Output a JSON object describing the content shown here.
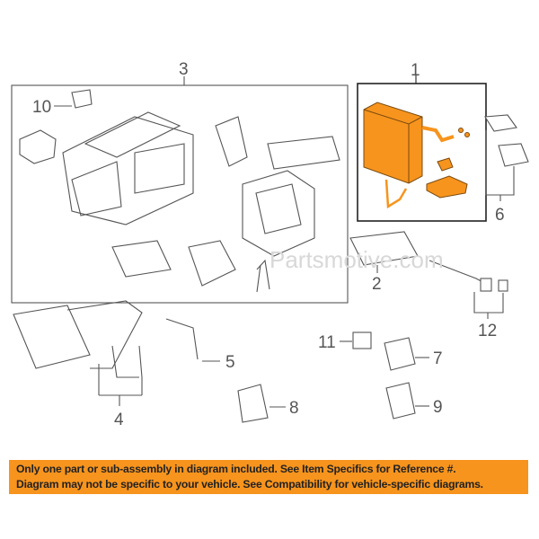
{
  "diagram": {
    "callouts": [
      "1",
      "2",
      "3",
      "4",
      "5",
      "6",
      "7",
      "8",
      "9",
      "10",
      "11",
      "12"
    ],
    "watermark": "Partsmotive.com",
    "highlight_color": "#f7941d"
  },
  "banner": {
    "line1": "Only one part or sub-assembly in diagram included. See Item Specifics for Reference #.",
    "line2": "Diagram may not be specific to your vehicle. See Compatibility for vehicle-specific diagrams."
  }
}
